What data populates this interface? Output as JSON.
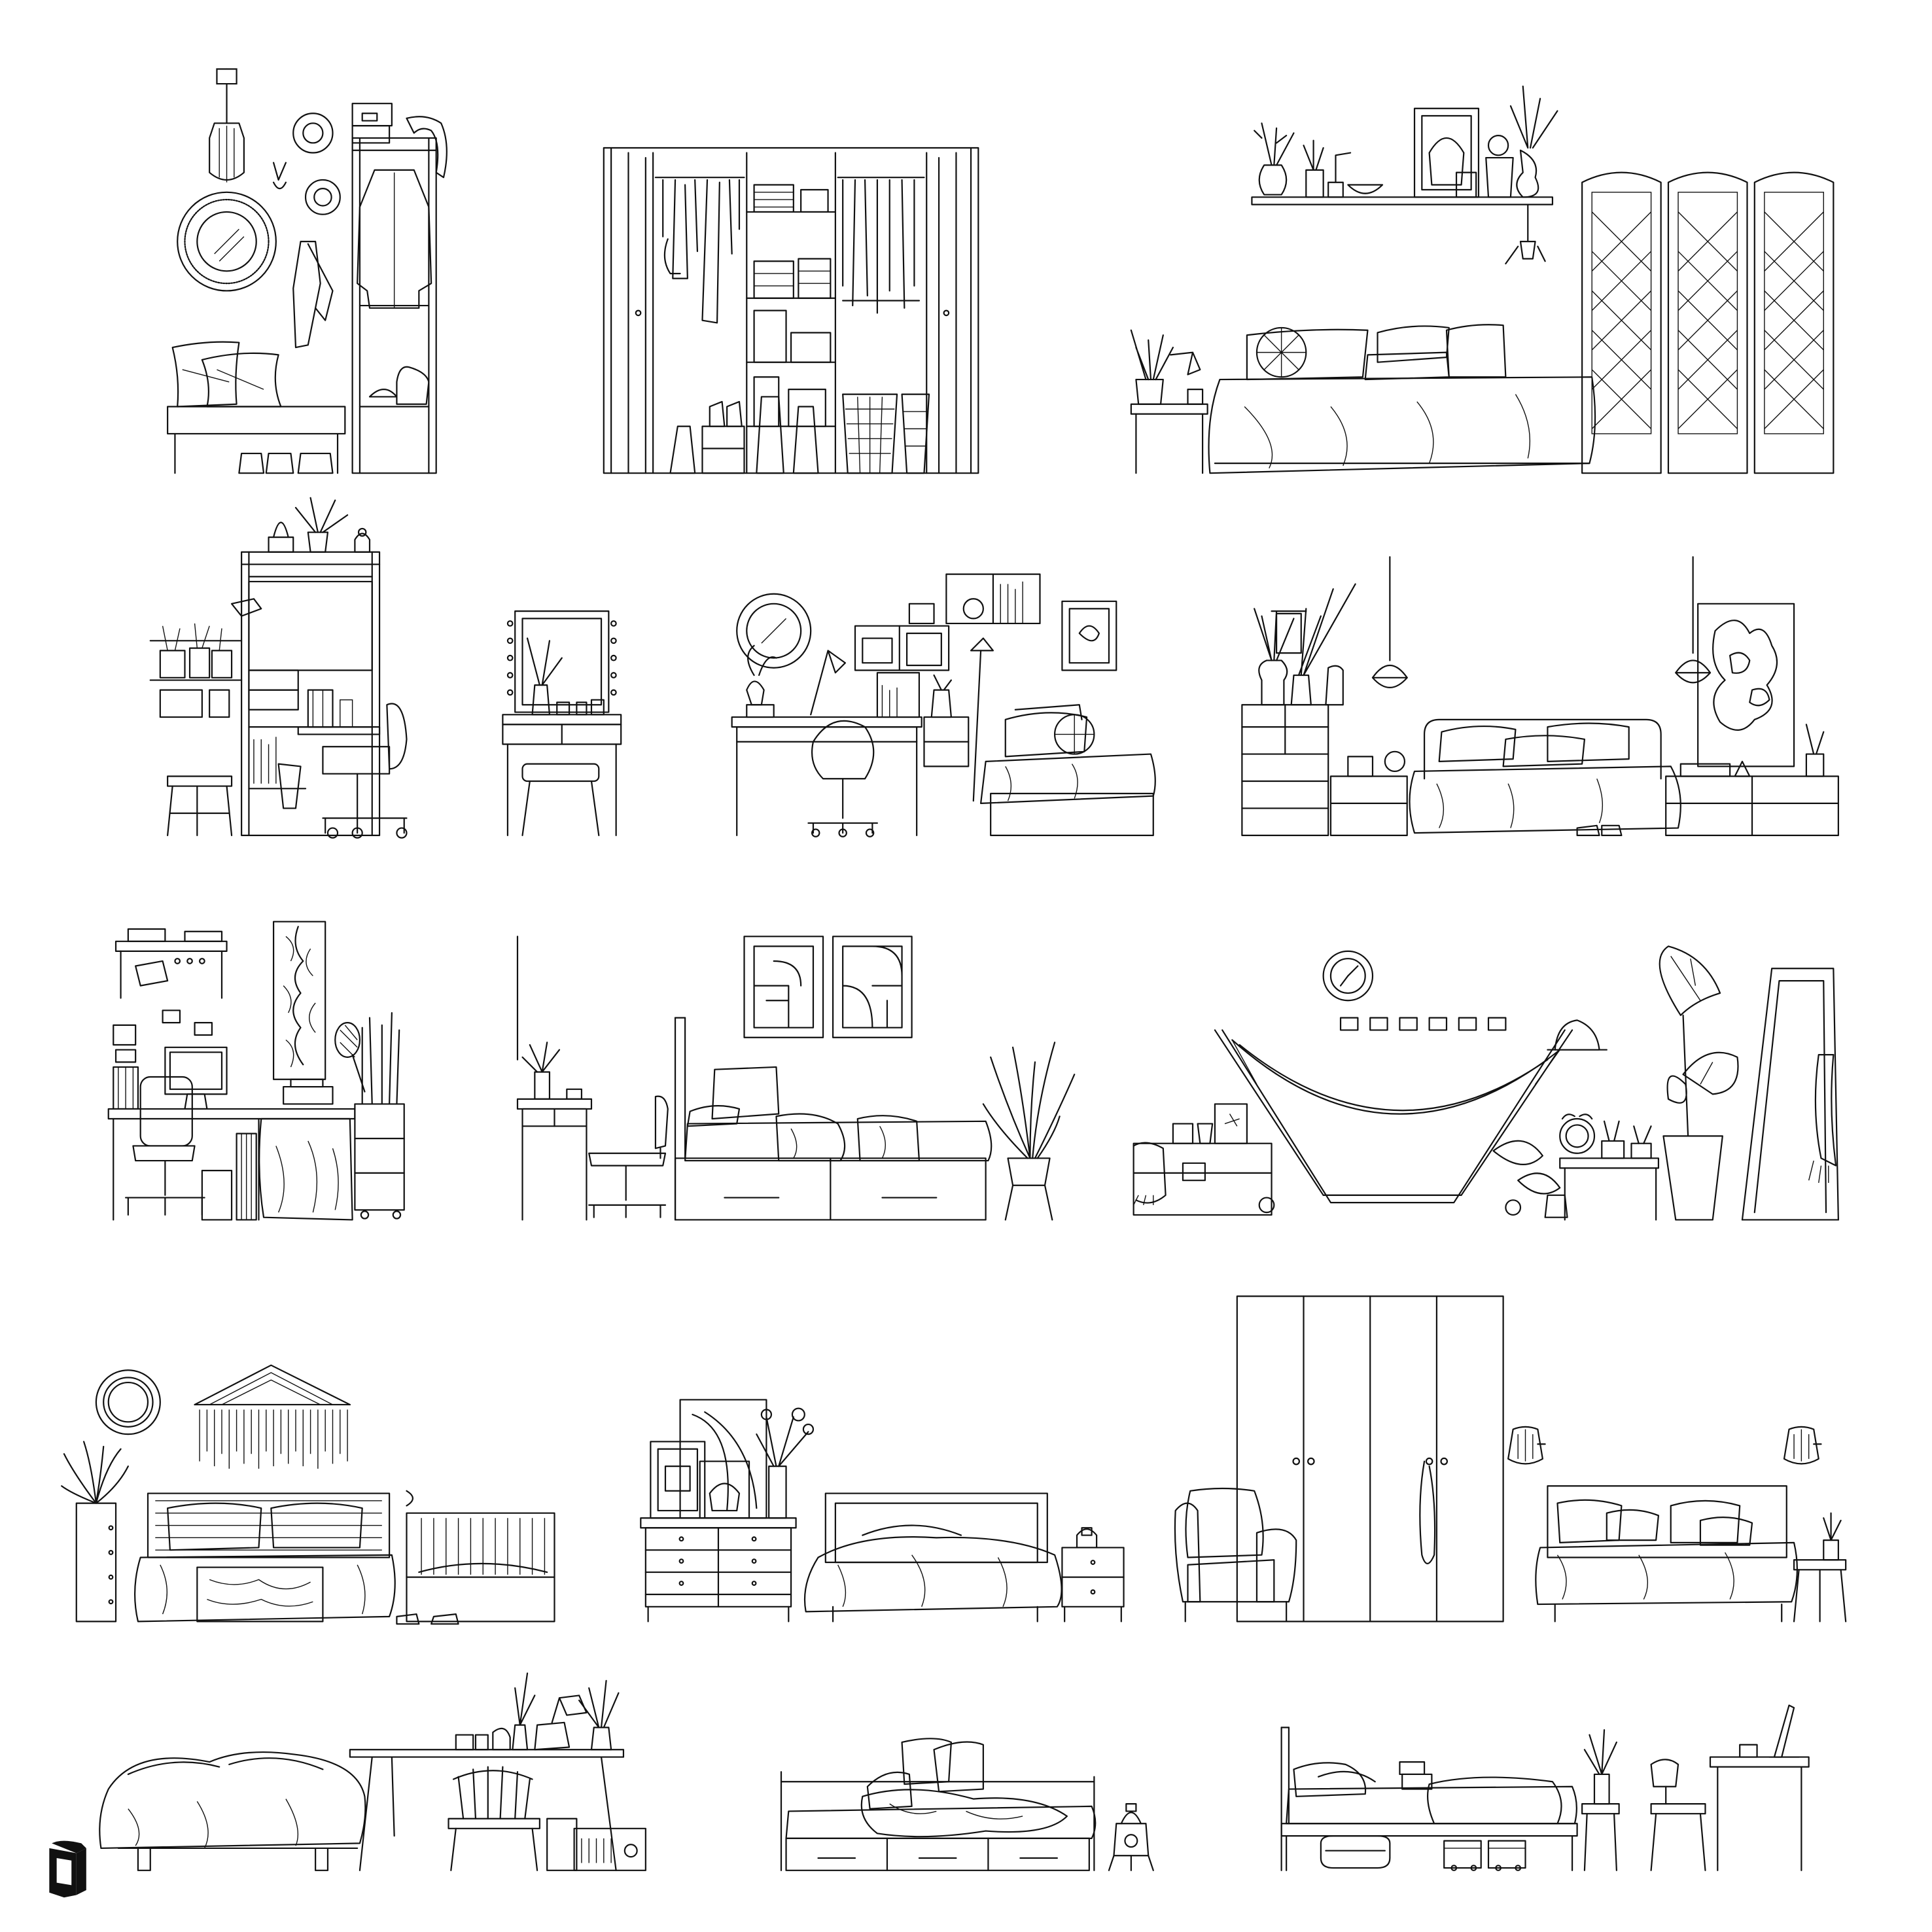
{
  "sheet": {
    "background": "#ffffff",
    "line_color": "#111111"
  },
  "vignettes": [
    {
      "id": "entryway",
      "items": [
        "pendant-lamp",
        "round-mirror",
        "wall-hooks",
        "hats",
        "coat-rack",
        "storage-boxes",
        "bench",
        "cushions",
        "shoes"
      ]
    },
    {
      "id": "open-wardrobe",
      "items": [
        "sliding-doors",
        "hanging-clothes",
        "shelves",
        "folded-clothes",
        "shoes",
        "baskets",
        "bags"
      ]
    },
    {
      "id": "bedroom-screen",
      "items": [
        "wall-shelf",
        "plants",
        "vases",
        "frame",
        "bed",
        "pillows",
        "nightstand",
        "desk-lamp",
        "folding-screen"
      ]
    },
    {
      "id": "shelving-desk",
      "items": [
        "tall-shelf",
        "plant",
        "wall-rail",
        "desk",
        "office-chair",
        "stool"
      ]
    },
    {
      "id": "vanity",
      "items": [
        "vanity-mirror",
        "vase",
        "dressing-table",
        "stool"
      ]
    },
    {
      "id": "desk-bed",
      "items": [
        "round-mirror",
        "wall-cubes",
        "desk",
        "swivel-chair",
        "floor-lamp",
        "frame",
        "single-bed",
        "pillows"
      ]
    },
    {
      "id": "double-bedroom",
      "items": [
        "chest-of-drawers",
        "vases",
        "pendant-lamps",
        "double-bed",
        "nightstands",
        "abstract-art",
        "slippers"
      ]
    },
    {
      "id": "study-corner",
      "items": [
        "wall-shelf",
        "wall-art",
        "computer-desk",
        "monitor",
        "office-chair",
        "cabinet",
        "tall-plants"
      ]
    },
    {
      "id": "kids-bed",
      "items": [
        "wall-mirror",
        "side-desk",
        "chair",
        "geometric-art",
        "storage-bed",
        "floor-plant"
      ]
    },
    {
      "id": "hammock-room",
      "items": [
        "wall-clock",
        "frames",
        "trunk",
        "hammock",
        "hat",
        "alarm-clock",
        "plants",
        "floor-mirror"
      ]
    },
    {
      "id": "nursery",
      "items": [
        "round-mirror",
        "macrame",
        "planter",
        "bed",
        "crib",
        "slippers"
      ]
    },
    {
      "id": "dresser-bed",
      "items": [
        "dresser",
        "frames",
        "flowers",
        "bed",
        "nightstand",
        "lamp"
      ]
    },
    {
      "id": "wardrobe-bedroom",
      "items": [
        "armchair",
        "wardrobe",
        "wall-lamps",
        "bed",
        "side-table",
        "plant"
      ]
    },
    {
      "id": "bed-desk",
      "items": [
        "bed",
        "desk",
        "spindle-chair",
        "vases",
        "lamp",
        "radio"
      ]
    },
    {
      "id": "daybed",
      "items": [
        "daybed",
        "pillows",
        "drawers",
        "watering-can"
      ]
    },
    {
      "id": "bunk-desk",
      "items": [
        "bed",
        "storage-bins",
        "plant-stand",
        "chair",
        "desk",
        "laptop"
      ]
    }
  ],
  "logo": {
    "name": "brand-logo"
  }
}
